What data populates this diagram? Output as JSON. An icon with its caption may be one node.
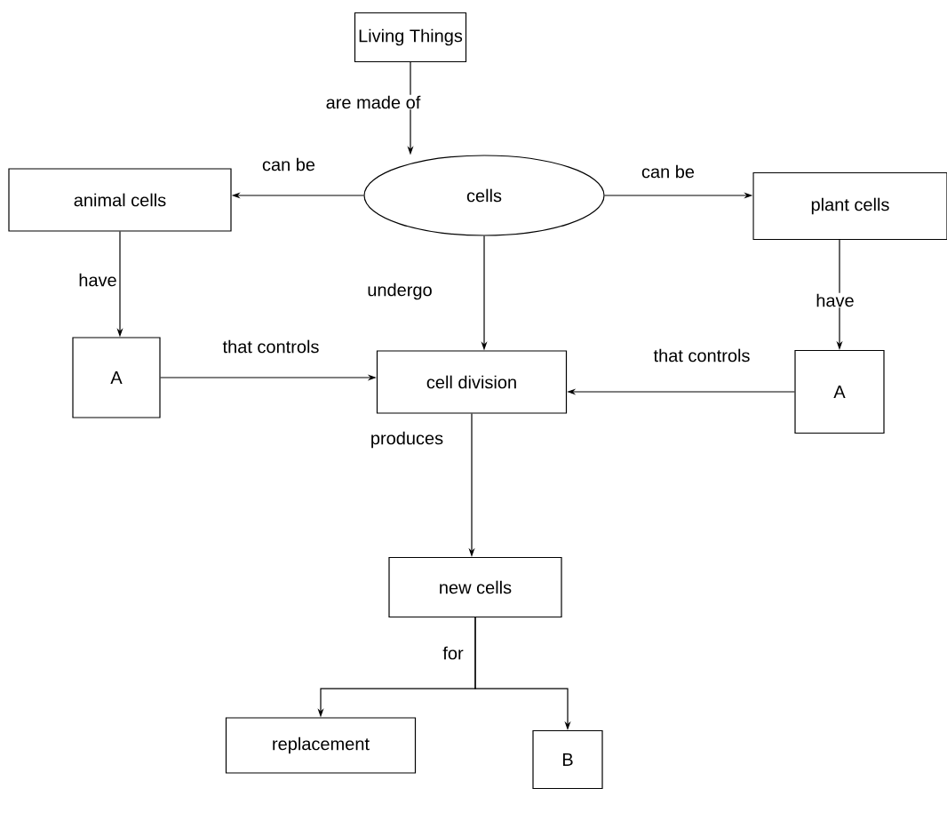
{
  "diagram": {
    "nodes": [
      {
        "text": [
          "Living Things"
        ]
      },
      {
        "text": [
          "cells"
        ]
      },
      {
        "text": [
          "animal cells"
        ]
      },
      {
        "text": [
          "plant cells"
        ]
      },
      {
        "text": [
          "A"
        ]
      },
      {
        "text": [
          "cell division"
        ]
      },
      {
        "text": [
          "A"
        ]
      },
      {
        "text": [
          "new cells"
        ]
      },
      {
        "text": [
          "replacement"
        ]
      },
      {
        "text": [
          "B"
        ]
      }
    ],
    "edges": [
      {
        "from": 0,
        "to": 1,
        "arrow": "to",
        "label": "are made of"
      },
      {
        "from": 1,
        "to": 2,
        "arrow": "to",
        "label": "can be"
      },
      {
        "from": 1,
        "to": 3,
        "arrow": "to",
        "label": "can be"
      },
      {
        "from": 2,
        "to": 4,
        "arrow": "to",
        "label": "have"
      },
      {
        "from": 3,
        "to": 6,
        "arrow": "to",
        "label": "have"
      },
      {
        "from": 1,
        "to": 5,
        "arrow": "to",
        "label": "undergo"
      },
      {
        "from": 4,
        "to": 5,
        "arrow": "to",
        "label": "that controls"
      },
      {
        "from": 6,
        "to": 5,
        "arrow": "to",
        "label": "that controls"
      },
      {
        "from": 5,
        "to": 7,
        "arrow": "to",
        "label": "produces"
      },
      {
        "from": 7,
        "to": 8,
        "arrow": "to",
        "label": "for"
      },
      {
        "from": 7,
        "to": 9,
        "arrow": "to"
      }
    ]
  }
}
